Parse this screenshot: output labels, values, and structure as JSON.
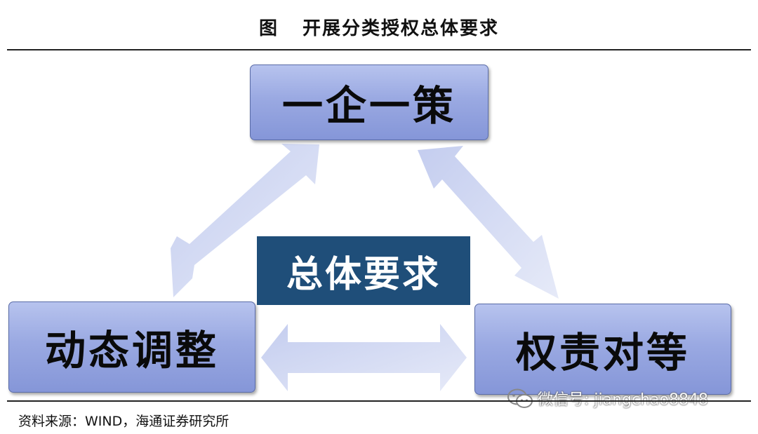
{
  "figure": {
    "label": "图",
    "title": "开展分类授权总体要求"
  },
  "diagram": {
    "center": "总体要求",
    "nodes": {
      "top": "一企一策",
      "left": "动态调整",
      "right": "权责对等"
    }
  },
  "source": "资料来源：WIND，海通证券研究所",
  "watermark": {
    "text": "微信号: jiangchao8848",
    "icon": "wechat-icon"
  },
  "colors": {
    "node_fill": "#9aa9e2",
    "center_fill": "#1f4e79",
    "arrow_fill": "#d3daf2"
  }
}
